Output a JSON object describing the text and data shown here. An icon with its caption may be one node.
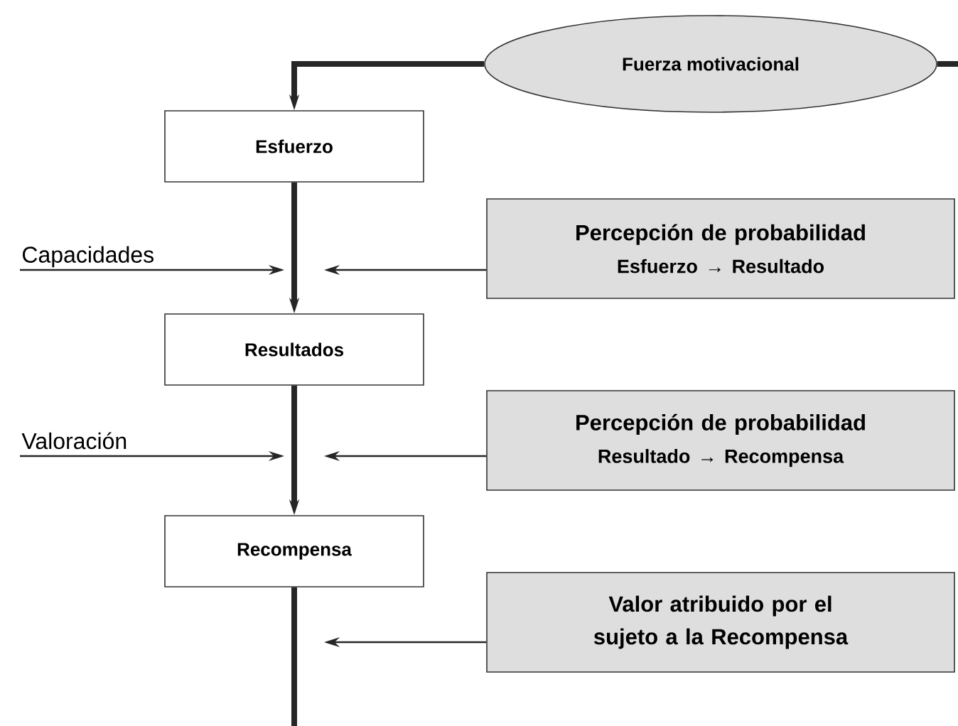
{
  "diagram": {
    "nodes": [
      {
        "text": [
          "Fuerza motivacional"
        ]
      },
      {
        "text": [
          "Esfuerzo"
        ]
      },
      {
        "text": [
          "Resultados"
        ]
      },
      {
        "text": [
          "Recompensa"
        ]
      },
      {
        "text": [
          "Percepción de probabilidad",
          "Esfuerzo → Resultado"
        ]
      },
      {
        "text": [
          "Percepción de probabilidad",
          "Resultado → Recompensa"
        ]
      },
      {
        "text": [
          "Valor atribuido por el sujeto a la Recompensa"
        ]
      },
      {
        "text": [
          "Capacidades"
        ]
      },
      {
        "text": [
          "Valoración"
        ]
      }
    ],
    "edges": [
      {
        "from": 0,
        "to": 1,
        "arrow": "to",
        "style": "thick"
      },
      {
        "from": 0,
        "to": null,
        "arrow": "none",
        "style": "thick"
      },
      {
        "from": 1,
        "to": 2,
        "arrow": "to",
        "style": "thick"
      },
      {
        "from": 7,
        "to": null,
        "arrow": "to"
      },
      {
        "from": 4,
        "to": null,
        "arrow": "to"
      },
      {
        "from": 2,
        "to": 3,
        "arrow": "to",
        "style": "thick"
      },
      {
        "from": 8,
        "to": null,
        "arrow": "to"
      },
      {
        "from": 5,
        "to": null,
        "arrow": "to"
      },
      {
        "from": 3,
        "to": null,
        "arrow": "none",
        "style": "thick"
      },
      {
        "from": 6,
        "to": null,
        "arrow": "to"
      }
    ]
  }
}
